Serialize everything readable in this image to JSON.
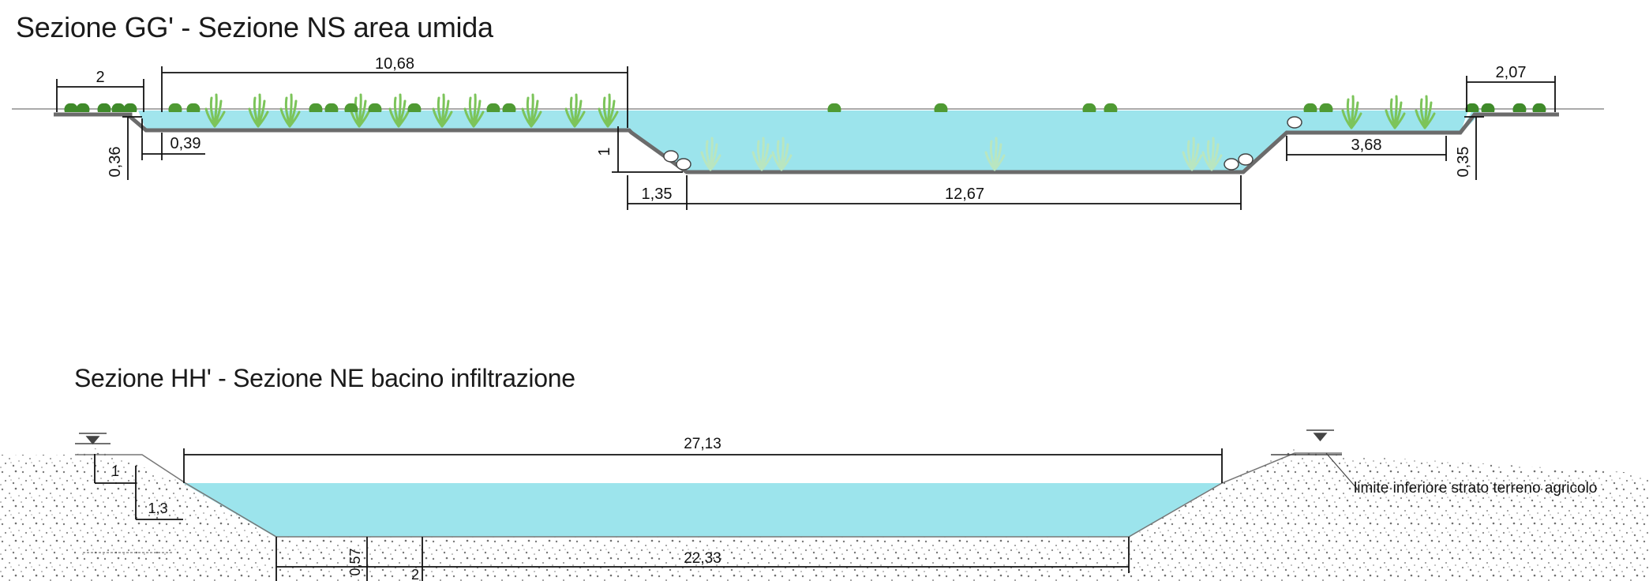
{
  "section_gg": {
    "title": "Sezione GG' - Sezione NS area umida",
    "dimensions": {
      "left_bank_width": "2",
      "shelf_width": "10,68",
      "left_step": "0,39",
      "left_bank_height": "0,36",
      "drop_height": "1",
      "slope_width": "1,35",
      "bottom_width": "12,67",
      "right_shelf_width": "3,68",
      "right_bank_width": "2,07",
      "right_bank_height": "0,35"
    }
  },
  "section_hh": {
    "title": "Sezione HH' - Sezione NE bacino infiltrazione",
    "dimensions": {
      "top_width": "27,13",
      "bottom_width": "22,33",
      "left_step_height": "1",
      "left_slope_height": "1,3",
      "depth": "0,57",
      "small_label": "2"
    },
    "annotation": "limite inferiore strato terreno agricolo"
  },
  "colors": {
    "water": "#9ce4ec",
    "ground_line": "#6b6b6b",
    "vegetation": "#6fbf4a",
    "vegetation_dark": "#3f8a2a",
    "submerged_plants": "#b9e6c0",
    "soil_dots": "#8a8a8a"
  }
}
